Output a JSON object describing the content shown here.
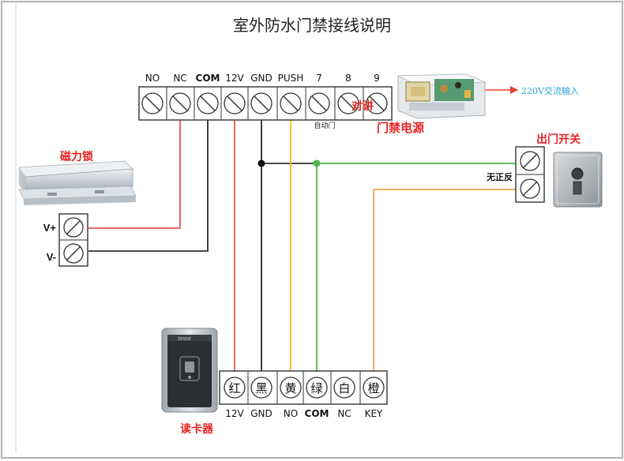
{
  "title": "室外防水门禁接线说明",
  "controller": {
    "terminals": [
      "NO",
      "NC",
      "COM",
      "12V",
      "GND",
      "PUSH",
      "7",
      "8",
      "9"
    ],
    "auto_door": "自动门",
    "intercom": "对讲",
    "power_label": "门禁电源",
    "ac_input": "220V交流输入"
  },
  "maglock": {
    "label": "磁力锁",
    "plus": "V+",
    "minus": "V-"
  },
  "exit_button": {
    "label": "出门开关",
    "polarity": "无正反"
  },
  "card_reader": {
    "label": "读卡器",
    "wire_colors": [
      "红",
      "黑",
      "黄",
      "绿",
      "白",
      "橙"
    ],
    "terminals": [
      "12V",
      "GND",
      "NO",
      "COM",
      "NC",
      "KEY"
    ],
    "brand": "ZKSOE"
  },
  "colors": {
    "red_wire": "#e8412f",
    "black_wire": "#111111",
    "yellow_wire": "#f2c21b",
    "green_wire": "#4cb848",
    "orange_wire": "#f0a24a",
    "label_red": "#e62424",
    "ac_blue": "#2d9fd9"
  }
}
